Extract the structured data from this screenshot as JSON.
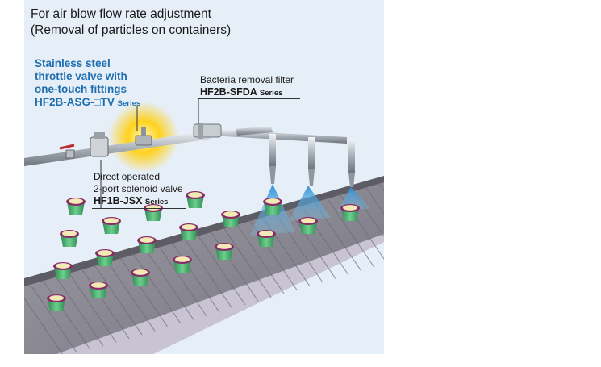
{
  "title": {
    "line1": "For air blow flow rate adjustment",
    "line2": "(Removal of particles on containers)"
  },
  "throttle_valve": {
    "line1": "Stainless steel",
    "line2": "throttle valve with",
    "line3": "one-touch fittings",
    "model": "HF2B-ASG-□TV",
    "series": "Series"
  },
  "filter": {
    "name": "Bacteria removal filter",
    "model": "HF2B-SFDA",
    "series": "Series"
  },
  "solenoid_valve": {
    "line1": "Direct operated",
    "line2": "2-port solenoid valve",
    "model": "HF1B-JSX",
    "series": "Series"
  },
  "colors": {
    "panel": "#e6eef7",
    "highlight_glow": "#ffd21f",
    "label_blue": "#1f6fb0",
    "conveyor": "#8c8a93",
    "cup": "#58b97a",
    "cup_lid": "#8a2a6a",
    "spray": "#3aa3df"
  }
}
